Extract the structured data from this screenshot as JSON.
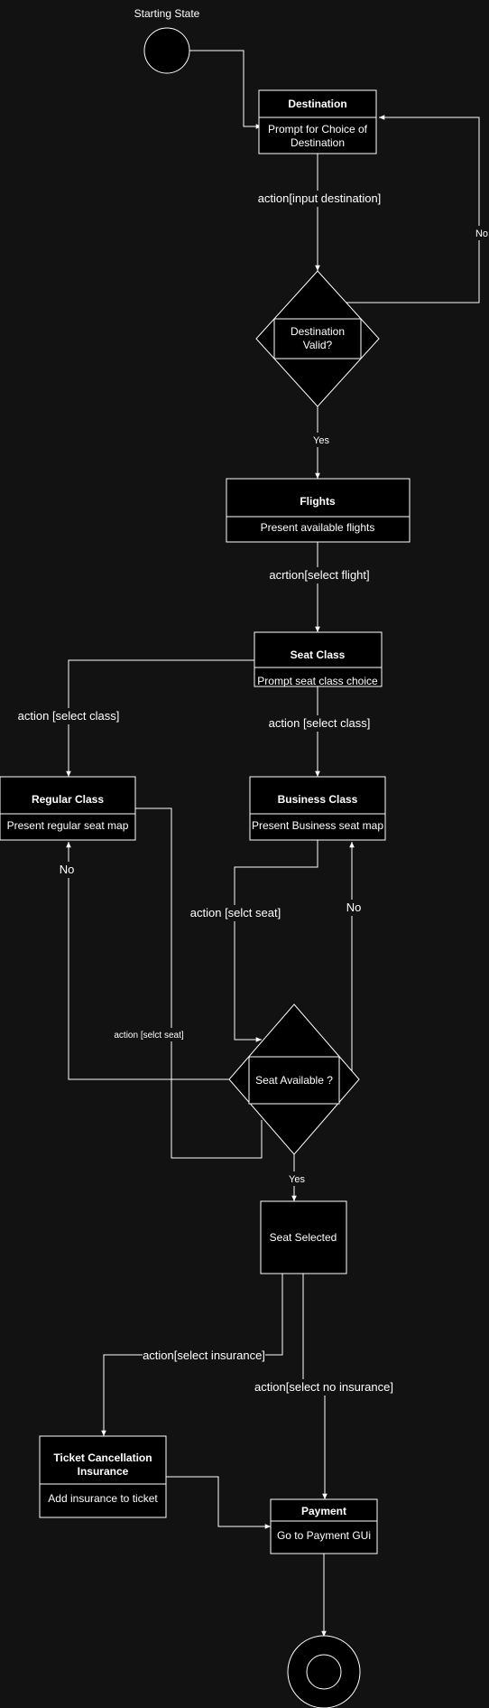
{
  "diagram": {
    "start_label": "Starting State",
    "destination": {
      "title": "Destination",
      "body_1": "Prompt for Choice of",
      "body_2": "Destination"
    },
    "destination_valid": {
      "line_1": "Destination",
      "line_2": "Valid?"
    },
    "flights": {
      "title": "Flights",
      "body": "Present available flights"
    },
    "seat_class": {
      "title": "Seat Class",
      "body": "Prompt seat class choice"
    },
    "regular_class": {
      "title": "Regular Class",
      "body": "Present regular seat map"
    },
    "business_class": {
      "title": "Business Class",
      "body": "Present Business seat map"
    },
    "seat_available": {
      "label": "Seat Available ?"
    },
    "seat_selected": {
      "label": "Seat Selected"
    },
    "insurance": {
      "title_1": "Ticket Cancellation",
      "title_2": "Insurance",
      "body": "Add insurance to ticket"
    },
    "payment": {
      "title": "Payment",
      "body": "Go to Payment GUi"
    },
    "edges": {
      "input_destination": "action[input destination]",
      "no_destination": "No",
      "yes_destination": "Yes",
      "select_flight": "acrtion[select flight]",
      "select_class_left": "action [select class]",
      "select_class_right": "action [select class]",
      "no_regular": "No",
      "select_seat_business": "action [selct seat]",
      "no_business": "No",
      "select_seat_regular": "action [selct seat]",
      "yes_seat": "Yes",
      "select_insurance": "action[select insurance]",
      "select_no_insurance": "action[select no insurance]"
    }
  }
}
